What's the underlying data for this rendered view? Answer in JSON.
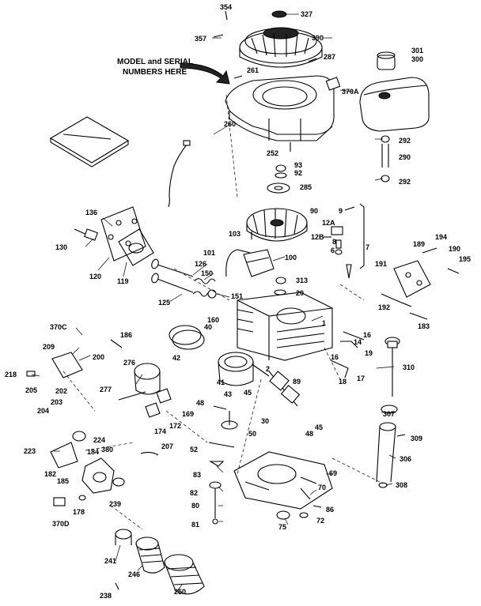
{
  "callout": {
    "line1": "MODEL and SERIAL",
    "line2": "NUMBERS HERE"
  },
  "labels": [
    "354",
    "327",
    "357",
    "390",
    "287",
    "301",
    "300",
    "261",
    "370A",
    "260",
    "292",
    "290",
    "292",
    "252",
    "93",
    "92",
    "285",
    "9",
    "12A",
    "90",
    "12B",
    "8",
    "6",
    "7",
    "103",
    "136",
    "130",
    "120",
    "119",
    "101",
    "100",
    "126",
    "150",
    "313",
    "20",
    "125",
    "151",
    "160",
    "40",
    "189",
    "194",
    "190",
    "191",
    "195",
    "192",
    "183",
    "370C",
    "186",
    "209",
    "200",
    "42",
    "16",
    "14",
    "19",
    "1",
    "276",
    "16",
    "18",
    "17",
    "310",
    "218",
    "205",
    "202",
    "204",
    "203",
    "277",
    "43",
    "45",
    "41",
    "2",
    "89",
    "169",
    "174",
    "172",
    "307",
    "48",
    "50",
    "30",
    "45",
    "48",
    "52",
    "309",
    "223",
    "224",
    "182",
    "185",
    "184",
    "380",
    "207",
    "83",
    "306",
    "69",
    "82",
    "80",
    "239",
    "70",
    "86",
    "81",
    "178",
    "370D",
    "75",
    "72",
    "308",
    "241",
    "246",
    "250",
    "238"
  ]
}
